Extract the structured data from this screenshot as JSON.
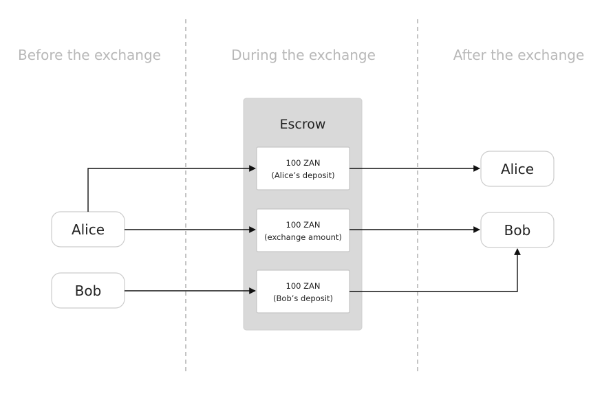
{
  "phases": {
    "before": "Before the exchange",
    "during": "During the exchange",
    "after": "After the exchange"
  },
  "escrow": {
    "title": "Escrow",
    "items": [
      {
        "amount": "100 ZAN",
        "note": "(Alice’s deposit)"
      },
      {
        "amount": "100 ZAN",
        "note": "(exchange amount)"
      },
      {
        "amount": "100 ZAN",
        "note": "(Bob’s deposit)"
      }
    ]
  },
  "parties_before": [
    "Alice",
    "Bob"
  ],
  "parties_after": [
    "Alice",
    "Bob"
  ],
  "colors": {
    "phase_label": "#b8b8b8",
    "escrow_panel": "#d9d9d9",
    "arrow": "#111111"
  }
}
